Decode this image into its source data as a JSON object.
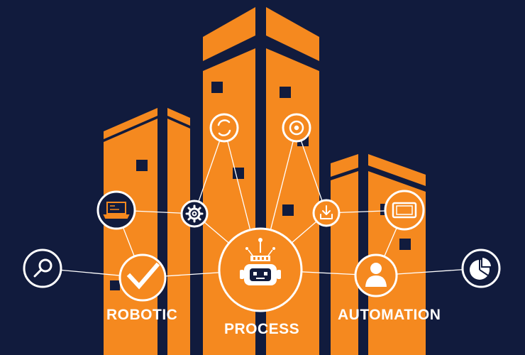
{
  "colors": {
    "background": "#111b3d",
    "accent": "#f5891f",
    "line": "#ffffff"
  },
  "labels": {
    "word1": "ROBOTIC",
    "word2": "PROCESS",
    "word3": "AUTOMATION"
  },
  "icons": [
    "search-icon",
    "checkmark-icon",
    "laptop-icon",
    "gear-icon",
    "refresh-icon",
    "target-icon",
    "download-icon",
    "tablet-icon",
    "robot-icon",
    "user-icon",
    "pie-chart-icon"
  ]
}
